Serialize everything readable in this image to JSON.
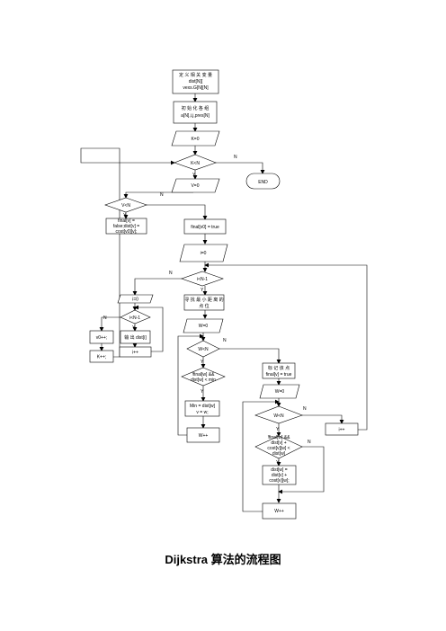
{
  "caption": "Dijkstra 算法的流程图",
  "nodes": {
    "init_vars": [
      "定 义 相 关 变 量",
      "dist[N][",
      "vexs.G[N][N]"
    ],
    "init_arrays": [
      "初 始 化 各 组",
      "a[N],i,j,pres[N]"
    ],
    "k_init": [
      "K=0"
    ],
    "k_cond": [
      "K<N"
    ],
    "end": [
      "END"
    ],
    "v_init": [
      "V=0"
    ],
    "v_cond": [
      "V<N"
    ],
    "final_init": [
      "final[v] =",
      "false;dist[v] =",
      "cost[v0][v];"
    ],
    "final_v0": [
      "final[v0] = true"
    ],
    "i_init": [
      "i=0"
    ],
    "i_cond": [
      "i<N-1"
    ],
    "find_min": [
      "寻 找 最 小 距 离 的",
      "点 位"
    ],
    "w_init_a": [
      "W=0"
    ],
    "w_cond_a": [
      "W<N"
    ],
    "min_cond": [
      "!final[w] &&",
      "dist[w] < min"
    ],
    "min_assign": [
      "Min = dist[w]",
      "v = w;"
    ],
    "w_inc_a": [
      "W++"
    ],
    "mark_v": [
      "标 记 该 点",
      "final[v] = true"
    ],
    "w_init_b": [
      "W=0"
    ],
    "w_cond_b": [
      "W<N"
    ],
    "relax_cond": [
      "!final[w] &&",
      "dist[v] +",
      "cost[v][w] <",
      "dist[w]"
    ],
    "relax_assign": [
      "dist[w] =",
      "dist[v] +",
      "cost[v][w];"
    ],
    "w_inc_b": [
      "W++"
    ],
    "i_inc": [
      "i++"
    ],
    "out_i_init": [
      "i=0"
    ],
    "out_i_cond": [
      "i<N-1"
    ],
    "out_print": [
      "输 出  dist[i]"
    ],
    "out_i_inc": [
      "i++"
    ],
    "v0_inc": [
      "v0++;"
    ],
    "k_inc": [
      "K++;"
    ]
  },
  "tags": {
    "yes": "Y",
    "no": "N"
  }
}
